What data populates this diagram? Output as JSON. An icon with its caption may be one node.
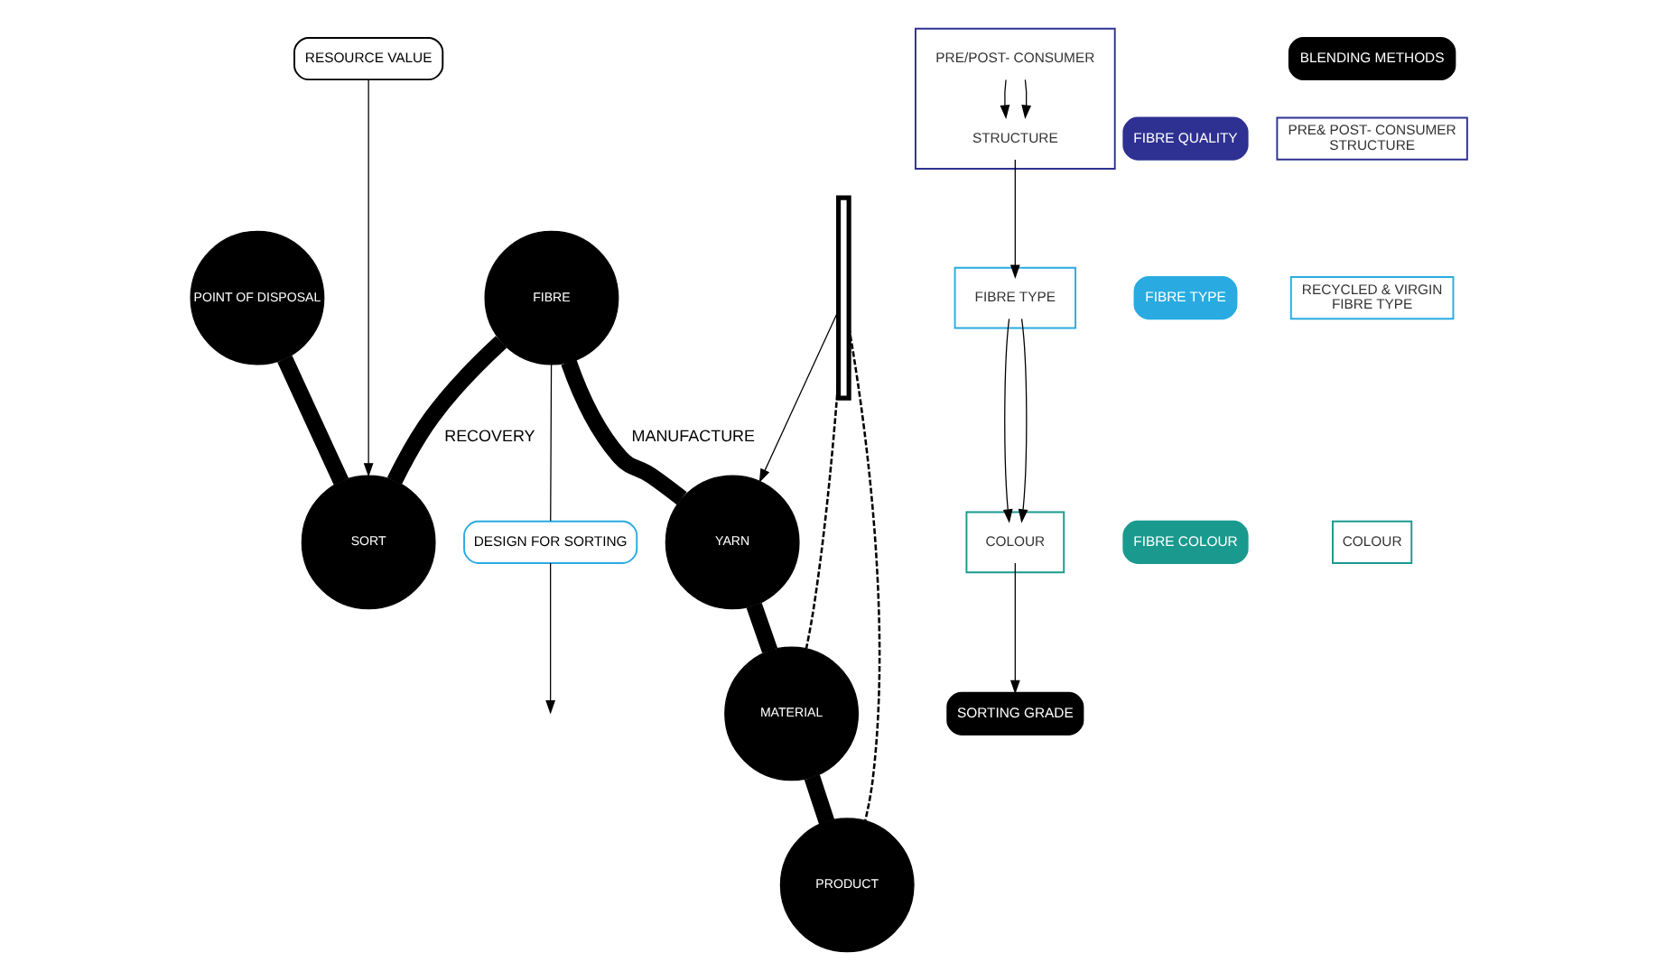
{
  "diagram": {
    "nodes": [
      {
        "text": [
          "POINT OF DISPOSAL"
        ]
      },
      {
        "text": [
          "SORT"
        ]
      },
      {
        "text": [
          "FIBRE"
        ]
      },
      {
        "text": [
          "YARN"
        ]
      },
      {
        "text": [
          "MATERIAL"
        ]
      },
      {
        "text": [
          "PRODUCT"
        ]
      },
      {
        "text": [
          "DESIGN FOR SORTING"
        ]
      },
      {
        "text": [],
        "shape": "box"
      },
      {
        "text": [
          "PRE/POST- CONSUMER"
        ],
        "in": 7
      },
      {
        "text": [
          "STRUCTURE"
        ],
        "in": 7
      },
      {
        "text": [],
        "shape": "box"
      },
      {
        "text": [
          "FIBRE TYPE"
        ],
        "in": 10
      },
      {
        "text": [],
        "shape": "box"
      },
      {
        "text": [
          "COLOUR"
        ],
        "in": 12
      },
      {
        "text": [
          "SORTING GRADE"
        ]
      },
      {
        "text": [
          "FIBRE QUALITY"
        ]
      },
      {
        "text": [
          "FIBRE TYPE"
        ]
      },
      {
        "text": [
          "FIBRE COLOUR"
        ]
      },
      {
        "text": [
          "BLENDING METHODS"
        ]
      },
      {
        "text": [
          "PRE& POST- CONSUMER",
          "STRUCTURE"
        ]
      },
      {
        "text": [
          "RECYCLED & VIRGIN",
          "FIBRE TYPE"
        ]
      },
      {
        "text": [
          "COLOUR"
        ]
      },
      {
        "text": [
          "RESOURCE VALUE"
        ]
      },
      {
        "text": [],
        "shape": "bracket"
      }
    ],
    "edges": [
      {
        "from": 0,
        "to": 1,
        "arrow": "none",
        "style": "thick"
      },
      {
        "from": 1,
        "to": 2,
        "arrow": "none",
        "style": "thick",
        "label": "RECOVERY"
      },
      {
        "from": 2,
        "to": 3,
        "arrow": "none",
        "style": "thick",
        "label": "MANUFACTURE"
      },
      {
        "from": 3,
        "to": 4,
        "arrow": "none",
        "style": "thick"
      },
      {
        "from": 4,
        "to": 5,
        "arrow": "none",
        "style": "thick"
      },
      {
        "from": 2,
        "to": 6,
        "arrow": "none"
      },
      {
        "from": 6,
        "to": null,
        "arrow": "to"
      },
      {
        "from": 8,
        "to": 9,
        "arrow": "to"
      },
      {
        "from": 8,
        "to": 9,
        "arrow": "to"
      },
      {
        "from": 9,
        "to": 11,
        "arrow": "to"
      },
      {
        "from": 11,
        "to": 13,
        "arrow": "to"
      },
      {
        "from": 11,
        "to": 13,
        "arrow": "to"
      },
      {
        "from": 13,
        "to": 14,
        "arrow": "to"
      },
      {
        "from": 22,
        "to": 1,
        "arrow": "to"
      },
      {
        "from": 23,
        "to": 3,
        "arrow": "to"
      },
      {
        "from": 23,
        "to": 4,
        "arrow": "none",
        "style": "dashed"
      },
      {
        "from": 23,
        "to": 5,
        "arrow": "none",
        "style": "dashed"
      }
    ]
  }
}
